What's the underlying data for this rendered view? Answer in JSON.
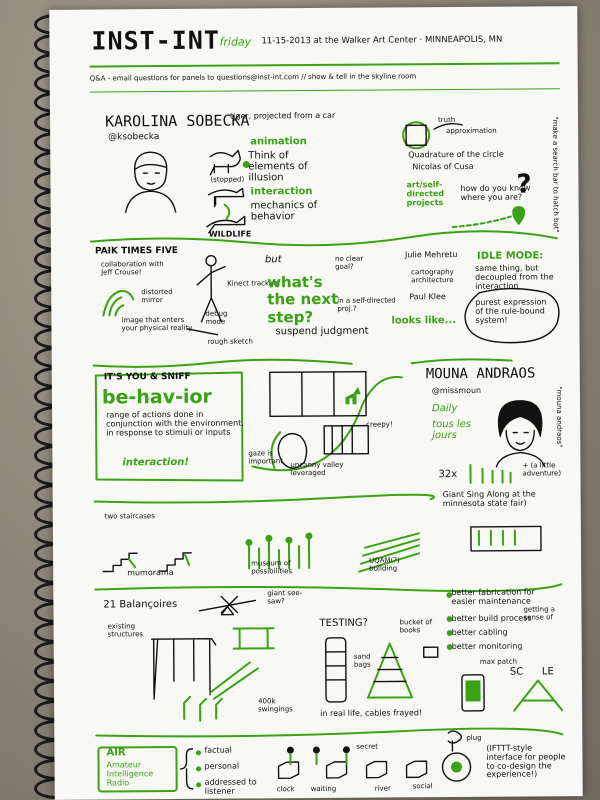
{
  "header": {
    "title": "INST-INT",
    "day": "friday",
    "details": "11-15-2013 at the Walker Art Center · MINNEAPOLIS, MN",
    "qa": "Q&A - email questions for panels to questions@inst-int.com // show & tell in the skyline room"
  },
  "karolina": {
    "name": "KAROLINA SOBECKA",
    "handle": "@ksobecka",
    "tiger": "tiger, projected from a car",
    "animation": "animation",
    "elements": "Think of elements of illusion",
    "stopped": "(stopped)",
    "interaction": "interaction",
    "mechanics": "mechanics of behavior",
    "wildlife": "WILDLIFE",
    "truth": "truth",
    "approx": "approximation",
    "quadrature": "Quadrature of the circle",
    "nicolas": "Nicolas of Cusa",
    "art_self": "art/self-directed projects",
    "how_know": "how do you know where you are?",
    "side_note": "\"make a search bar to hatch bot\""
  },
  "paik": {
    "title": "PAIK TIMES FIVE",
    "collab": "collaboration with Jeff Crouse!",
    "distorted": "distorted mirror",
    "image_enters": "image that enters your physical reality",
    "kinect": "Kinect tracking",
    "debug": "debug mode",
    "rough": "rough sketch",
    "but": "but",
    "whats_next": "what's the next step?",
    "no_goal": "no clear goal?",
    "self_directed": "in a self-directed proj.?",
    "suspend": "suspend judgment",
    "looks_like": "looks like...",
    "julie": "Julie Mehretu",
    "cartography": "cartography architecture",
    "paul": "Paul Klee",
    "idle_title": "IDLE MODE:",
    "idle_text": "same thing, but decoupled from the interaction",
    "purest": "purest expression of the rule-bound system!"
  },
  "sniff": {
    "title": "IT'S YOU & SNIFF",
    "behavior": "be-hav-ior",
    "definition": "range of actions done in conjunction with the environment, in response to stimuli or inputs",
    "interaction": "interaction!",
    "gaze": "gaze is important",
    "creepy": "creepy!",
    "uncanny": "uncanny valley leveraged"
  },
  "mouna": {
    "name": "MOUNA ANDRAOS",
    "handle": "@missmoun",
    "daily": "Daily",
    "tous": "tous les jours",
    "count": "32x",
    "adventure": "+ (a little adventure)",
    "giant": "Giant Sing Along at the minnesota state fair)",
    "side_note": "\"mouna andraos\""
  },
  "strip": {
    "two_staircases": "two staircases",
    "mumorama": "mumorama",
    "museum": "museum of possibilities",
    "uqam": "UQAM(?) building"
  },
  "balancoires": {
    "title": "21 Balançoires",
    "giant_seesaw": "giant see-saw?",
    "existing": "existing structures",
    "swingings": "400k swingings",
    "testing": "TESTING?",
    "sandbags": "sand bags",
    "bucket": "bucket of books",
    "real_life": "in real life, cables frayed!",
    "better": [
      "better fabrication for easier maintenance",
      "better build process",
      "better cabling",
      "better monitoring"
    ],
    "max_patch": "max patch",
    "sense_of": "getting a sense of",
    "sc": "SC",
    "le": "LE"
  },
  "air": {
    "title": "AIR",
    "subtitle": "Amateur Intelligence Radio",
    "factual": "factual",
    "personal": "personal",
    "addressed": "addressed to listener",
    "secret": "secret",
    "plug": "plug",
    "clock": "clock",
    "waiting": "waiting",
    "river": "river",
    "social": "social",
    "ifttt": "(IFTTT-style interface for people to co-design the experience!)"
  },
  "colors": {
    "ink": "#111111",
    "green": "#3aa215",
    "paper": "#f8f8f4"
  }
}
